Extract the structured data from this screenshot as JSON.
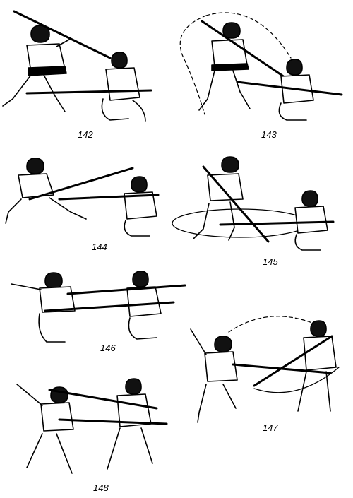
{
  "figures": [
    {
      "number": "142"
    },
    {
      "number": "143"
    },
    {
      "number": "144"
    },
    {
      "number": "145"
    },
    {
      "number": "146"
    },
    {
      "number": "147"
    },
    {
      "number": "148"
    }
  ]
}
